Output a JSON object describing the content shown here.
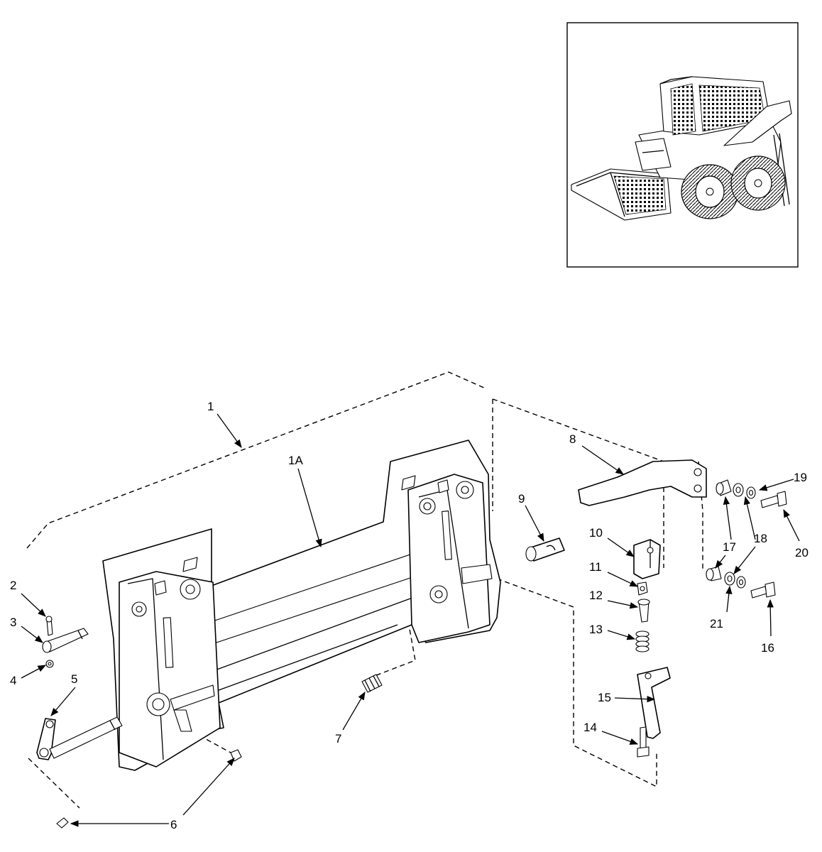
{
  "callouts": {
    "c1": "1",
    "c1a": "1A",
    "c2": "2",
    "c3": "3",
    "c4": "4",
    "c5": "5",
    "c6": "6",
    "c7": "7",
    "c8": "8",
    "c9": "9",
    "c10": "10",
    "c11": "11",
    "c12": "12",
    "c13": "13",
    "c14": "14",
    "c15": "15",
    "c16": "16",
    "c17": "17",
    "c18": "18",
    "c19": "19",
    "c20": "20",
    "c21": "21"
  },
  "colors": {
    "ink": "#000000",
    "paper": "#ffffff"
  }
}
